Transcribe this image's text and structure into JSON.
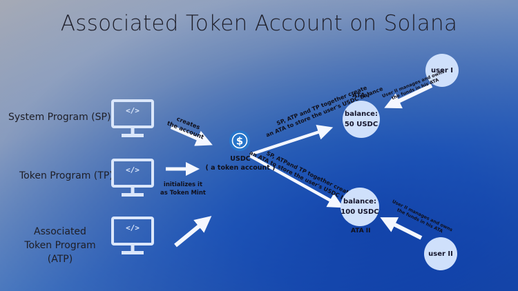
{
  "title": "Associated Token Account on Solana",
  "programs": {
    "sp": "System Program (SP)",
    "tp": "Token Program (TP)",
    "atp_line1": "Associated",
    "atp_line2": "Token Program (ATP)"
  },
  "arrow_labels": {
    "creates_line1": "creates",
    "creates_line2": "the account",
    "init_line1": "initializes it",
    "init_line2": "as Token Mint"
  },
  "usdc": {
    "name": "USDC",
    "subtitle": "( a token account )",
    "symbol": "$"
  },
  "edges": {
    "upper_line1": "SP, ATP and TP together create",
    "upper_line2": "an ATA to store the user's USDC balance",
    "lower_line1": "SP, ATPand TP together create",
    "lower_line2": "an ATA to store the user's USDC balance"
  },
  "ata1": {
    "label": "ATA I",
    "line1": "balance:",
    "line2": "50 USDC"
  },
  "ata2": {
    "label": "ATA II",
    "line1": "balance:",
    "line2": "100 USDC"
  },
  "user1": {
    "name": "user I",
    "note_line1": "User II manages and owns",
    "note_line2": "the funds in his ATA"
  },
  "user2": {
    "name": "user II",
    "note_line1": "User II manages and owns",
    "note_line2": "the funds in his ATA"
  },
  "colors": {
    "node_fill": "#cfe0fb",
    "arrow": "#f4f7ff",
    "monitor": "#dbe7fb",
    "usdc_blue": "#2775ca"
  },
  "icons": [
    "computer-monitor-icon",
    "code-brackets-icon",
    "usdc-coin-icon",
    "arrow-icon"
  ]
}
